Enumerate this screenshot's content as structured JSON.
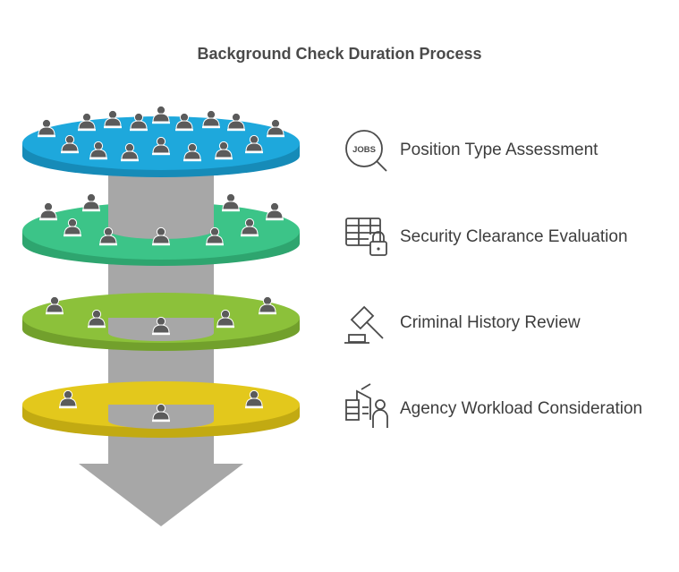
{
  "title": "Background Check Duration Process",
  "stages": [
    {
      "label": "Position Type Assessment",
      "icon": "jobs-search-icon",
      "color": "#1ea8dc",
      "edge": "#168bb8"
    },
    {
      "label": "Security Clearance Evaluation",
      "icon": "locked-table-icon",
      "color": "#3cc488",
      "edge": "#2ea56f"
    },
    {
      "label": "Criminal History Review",
      "icon": "gavel-icon",
      "color": "#8cc13a",
      "edge": "#72a02c"
    },
    {
      "label": "Agency Workload Consideration",
      "icon": "workplace-person-icon",
      "color": "#e3c81c",
      "edge": "#c2aa12"
    }
  ]
}
